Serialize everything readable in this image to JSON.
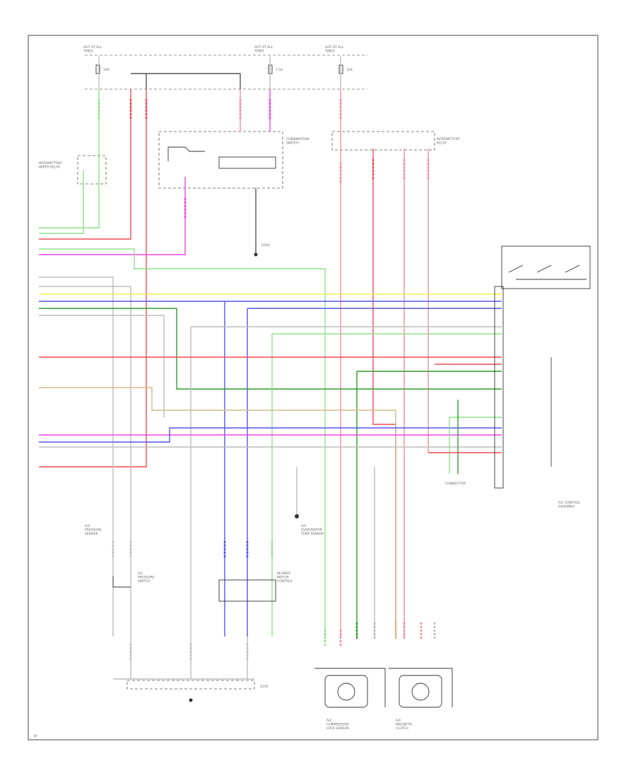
{
  "diagram": {
    "power": {
      "left_header": "HOT AT ALL\nTIMES",
      "center_header": "HOT AT ALL\nTIMES",
      "right_header": "HOT AT ALL\nTIMES",
      "fuse_left": "10A",
      "fuse_center": "7.5A",
      "fuse_right": "15A"
    },
    "components": {
      "combination_switch": "COMBINATION\nSWITCH",
      "left_relay_box": "INTERMITTENT\nWIPER RELAY",
      "right_relay_box": "INTERMITTENT\nRELAY",
      "ecu_side_label": "A/C CONTROL\nASSEMBLY",
      "ground_mid": "G202",
      "ground_bottom": "G101",
      "left_sensor": "A/C\nPRESSURE\nSENSOR",
      "lower_left_switch": "A/C\nPRESSURE\nSWITCH",
      "lower_center_block": "BLOWER\nMOTOR\nCONTROL",
      "mid_sensor_label": "A/C\nEVAPORATOR\nTEMP SENSOR",
      "bottom_left_unit": "A/C\nCOMPRESSOR\nLOCK SENSOR",
      "bottom_right_unit": "A/C\nMAGNETIC\nCLUTCH",
      "ecu_connector_label": "CONNECTOR",
      "page_marker": "W"
    },
    "wire_colors": {
      "red": "#f24b55",
      "pink": "#f38ea0",
      "magenta": "#ee44ee",
      "light_green": "#8ee08a",
      "dark_green": "#2e9e2e",
      "blue": "#5555ee",
      "yellow": "#f2f24a",
      "tan": "#d8b88a",
      "gray": "#bdbdbd"
    }
  }
}
